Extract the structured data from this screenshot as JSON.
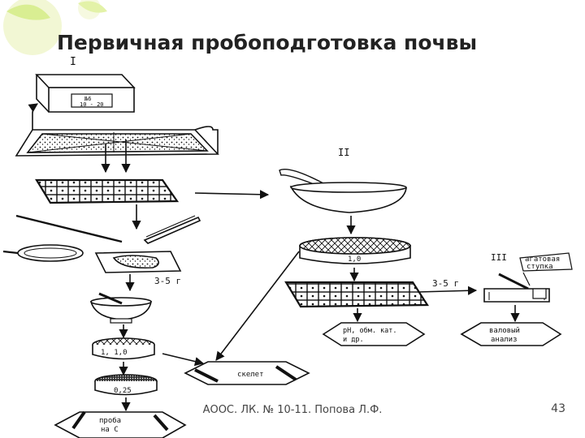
{
  "title": "Первичная пробоподготовка почвы",
  "footer": {
    "source": "АООС. ЛК. № 10-11. Попова Л.Ф.",
    "page": "43"
  },
  "diagram": {
    "stage_labels": [
      "I",
      "II",
      "III"
    ],
    "box_label": "№6",
    "box_sublabel": "10 - 20",
    "sieve_top_label": "1,0",
    "sieve_small_1_label": "1, 1,0",
    "sieve_small_2_label": "0,25",
    "mass_label_1": "3-5 г",
    "mass_label_2": "3-5 г",
    "agate_mortar_label": [
      "агатовая",
      "ступка"
    ],
    "skeleton_label": "скелет",
    "ph_label": [
      "pH, обм. кат.",
      "и др."
    ],
    "gross_label": [
      "валовый",
      "анализ"
    ],
    "carbon_label": [
      "проба",
      "на С"
    ]
  },
  "colors": {
    "line": "#111111",
    "deco_green": "#d6ec8a",
    "deco_yellow": "#f4f7d2"
  }
}
